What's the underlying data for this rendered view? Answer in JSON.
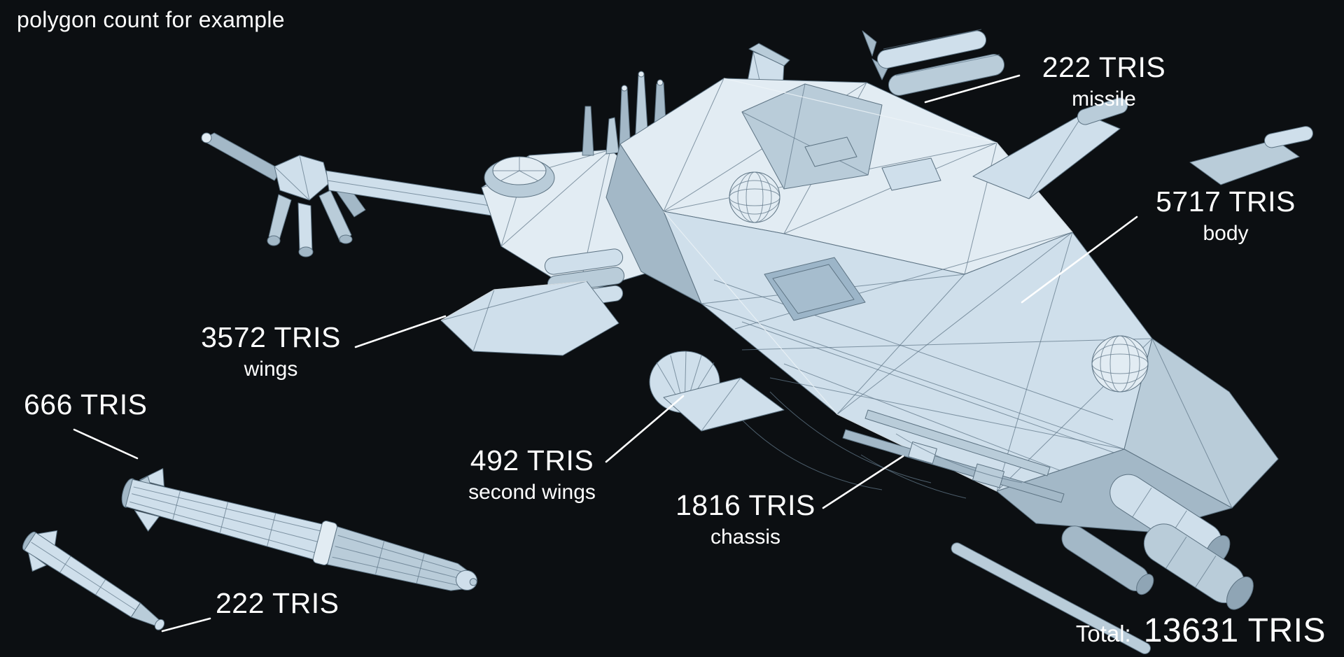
{
  "title": "polygon count for example",
  "annotations": [
    {
      "value": "222 TRIS",
      "label": "missile"
    },
    {
      "value": "5717 TRIS",
      "label": "body"
    },
    {
      "value": "3572 TRIS",
      "label": "wings"
    },
    {
      "value": "666 TRIS",
      "label": ""
    },
    {
      "value": "492 TRIS",
      "label": "second wings"
    },
    {
      "value": "1816 TRIS",
      "label": "chassis"
    },
    {
      "value": "222 TRIS",
      "label": ""
    }
  ],
  "total": {
    "label": "Total:",
    "value": "13631 TRIS"
  },
  "colors": {
    "background": "#0c0f12",
    "text": "#ffffff",
    "model_base": "#cfdfeb",
    "model_light": "#e2ecf3",
    "model_shadow": "#a3b8c7",
    "wireframe": "#5d7383",
    "leader_line": "#ffffff"
  }
}
